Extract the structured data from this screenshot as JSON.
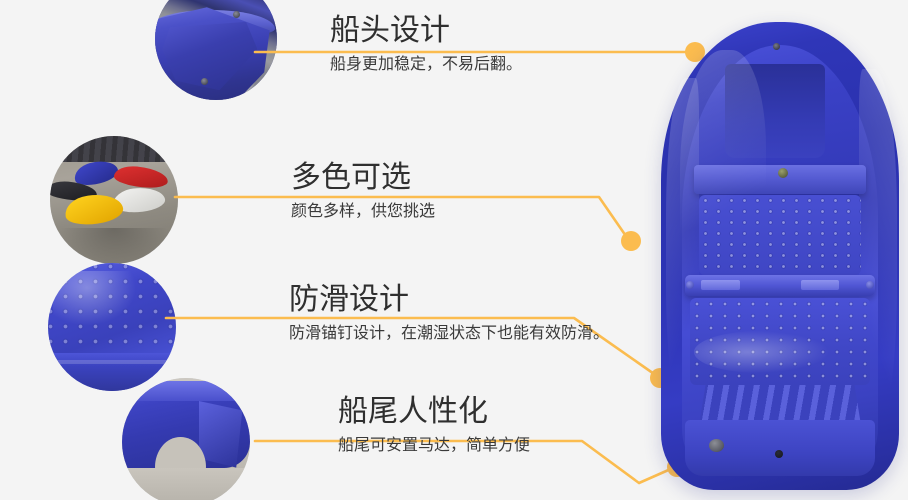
{
  "page": {
    "background_color": "#f4f4f4",
    "accent_color": "#fbbc4f",
    "title_color": "#2f2f2f",
    "subtitle_color": "#3a3a3a"
  },
  "features": [
    {
      "id": "bow-design",
      "title": "船头设计",
      "subtitle": "船身更加稳定，不易后翻。",
      "thumbnail_name": "boat-bow-closeup-photo"
    },
    {
      "id": "multi-color",
      "title": "多色可选",
      "subtitle": "颜色多样，供您挑选",
      "thumbnail_name": "multicolor-boats-photo"
    },
    {
      "id": "anti-slip",
      "title": "防滑设计",
      "subtitle": "防滑锚钉设计，在潮湿状态下也能有效防滑。",
      "thumbnail_name": "anti-slip-studded-floor-photo"
    },
    {
      "id": "stern-ergonomics",
      "title": "船尾人性化",
      "subtitle": "船尾可安置马达，简单方便",
      "thumbnail_name": "boat-stern-motor-mount-photo"
    }
  ],
  "product": {
    "name": "blue-plastic-rowing-boat-photo",
    "color": "#333ab8"
  }
}
